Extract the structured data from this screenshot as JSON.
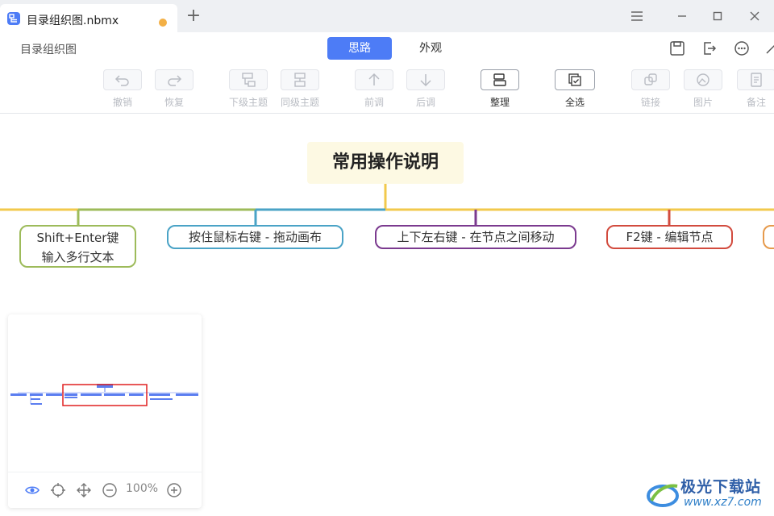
{
  "tab": {
    "title": "目录组织图.nbmx",
    "unsaved_dot_color": "#f3b046"
  },
  "header": {
    "doc_title": "目录组织图",
    "modes": {
      "active": "思路",
      "inactive": "外观"
    }
  },
  "toolbar": {
    "undo": "撤销",
    "redo": "恢复",
    "child_topic": "下级主题",
    "sibling_topic": "同级主题",
    "move_up": "前调",
    "move_down": "后调",
    "arrange": "整理",
    "select_all": "全选",
    "link": "链接",
    "image": "图片",
    "note": "备注"
  },
  "mindmap": {
    "root": "常用操作说明",
    "branches": [
      {
        "line1": "Shift+Enter键",
        "line2": "输入多行文本",
        "color": "#9dbb5a"
      },
      {
        "line1": "按住鼠标右键 - 拖动画布",
        "color": "#4aa3c6"
      },
      {
        "line1": "上下左右键 - 在节点之间移动",
        "color": "#7b3a8f"
      },
      {
        "line1": "F2键 - 编辑节点",
        "color": "#d24b3e"
      }
    ],
    "trunk_color": "#f2c94c"
  },
  "minimap": {
    "zoom": "100%"
  },
  "watermark": {
    "title": "极光下载站",
    "url": "www.xz7.com"
  },
  "colors": {
    "accent": "#4d7cf6"
  }
}
